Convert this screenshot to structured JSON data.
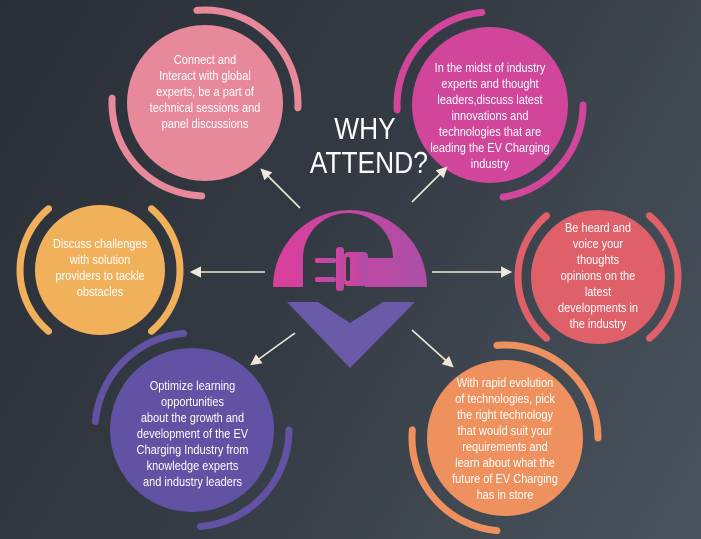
{
  "title": "WHY\nATTEND?",
  "colors": {
    "background": "#343a43",
    "pink": "#e7899a",
    "magenta": "#d1459a",
    "yellow": "#f1b05a",
    "coral": "#e0606a",
    "purple": "#6152a3",
    "orange": "#ee915f",
    "arrow": "#eee8d8"
  },
  "logo_icon": "ev-plug-logo-icon",
  "circles": [
    {
      "id": "connect",
      "color": "pink",
      "text": "Connect and\nInteract with global\nexperts, be a part of\ntechnical sessions and\npanel discussions"
    },
    {
      "id": "innovations",
      "color": "magenta",
      "text": "In the midst of industry\nexperts and thought\nleaders,discuss latest\ninnovations and\ntechnologies that are\nleading the EV Charging\nindustry"
    },
    {
      "id": "challenges",
      "color": "yellow",
      "text": "Discuss challenges\nwith solution\nproviders to tackle\nobstacles"
    },
    {
      "id": "be-heard",
      "color": "coral",
      "text": "Be heard and\nvoice your\nthoughts\nopinions on the\nlatest\ndevelopments in\nthe industry"
    },
    {
      "id": "optimize-learning",
      "color": "purple",
      "text": "Optimize learning\nopportunities\nabout the growth and\ndevelopment of the EV\nCharging Industry from\nknowledge experts\nand industry leaders"
    },
    {
      "id": "technology",
      "color": "orange",
      "text": "With rapid evolution\nof technologies, pick\nthe right technology\nthat would suit your\nrequirements and\nlearn about what the\nfuture of EV Charging\nhas in store"
    }
  ]
}
